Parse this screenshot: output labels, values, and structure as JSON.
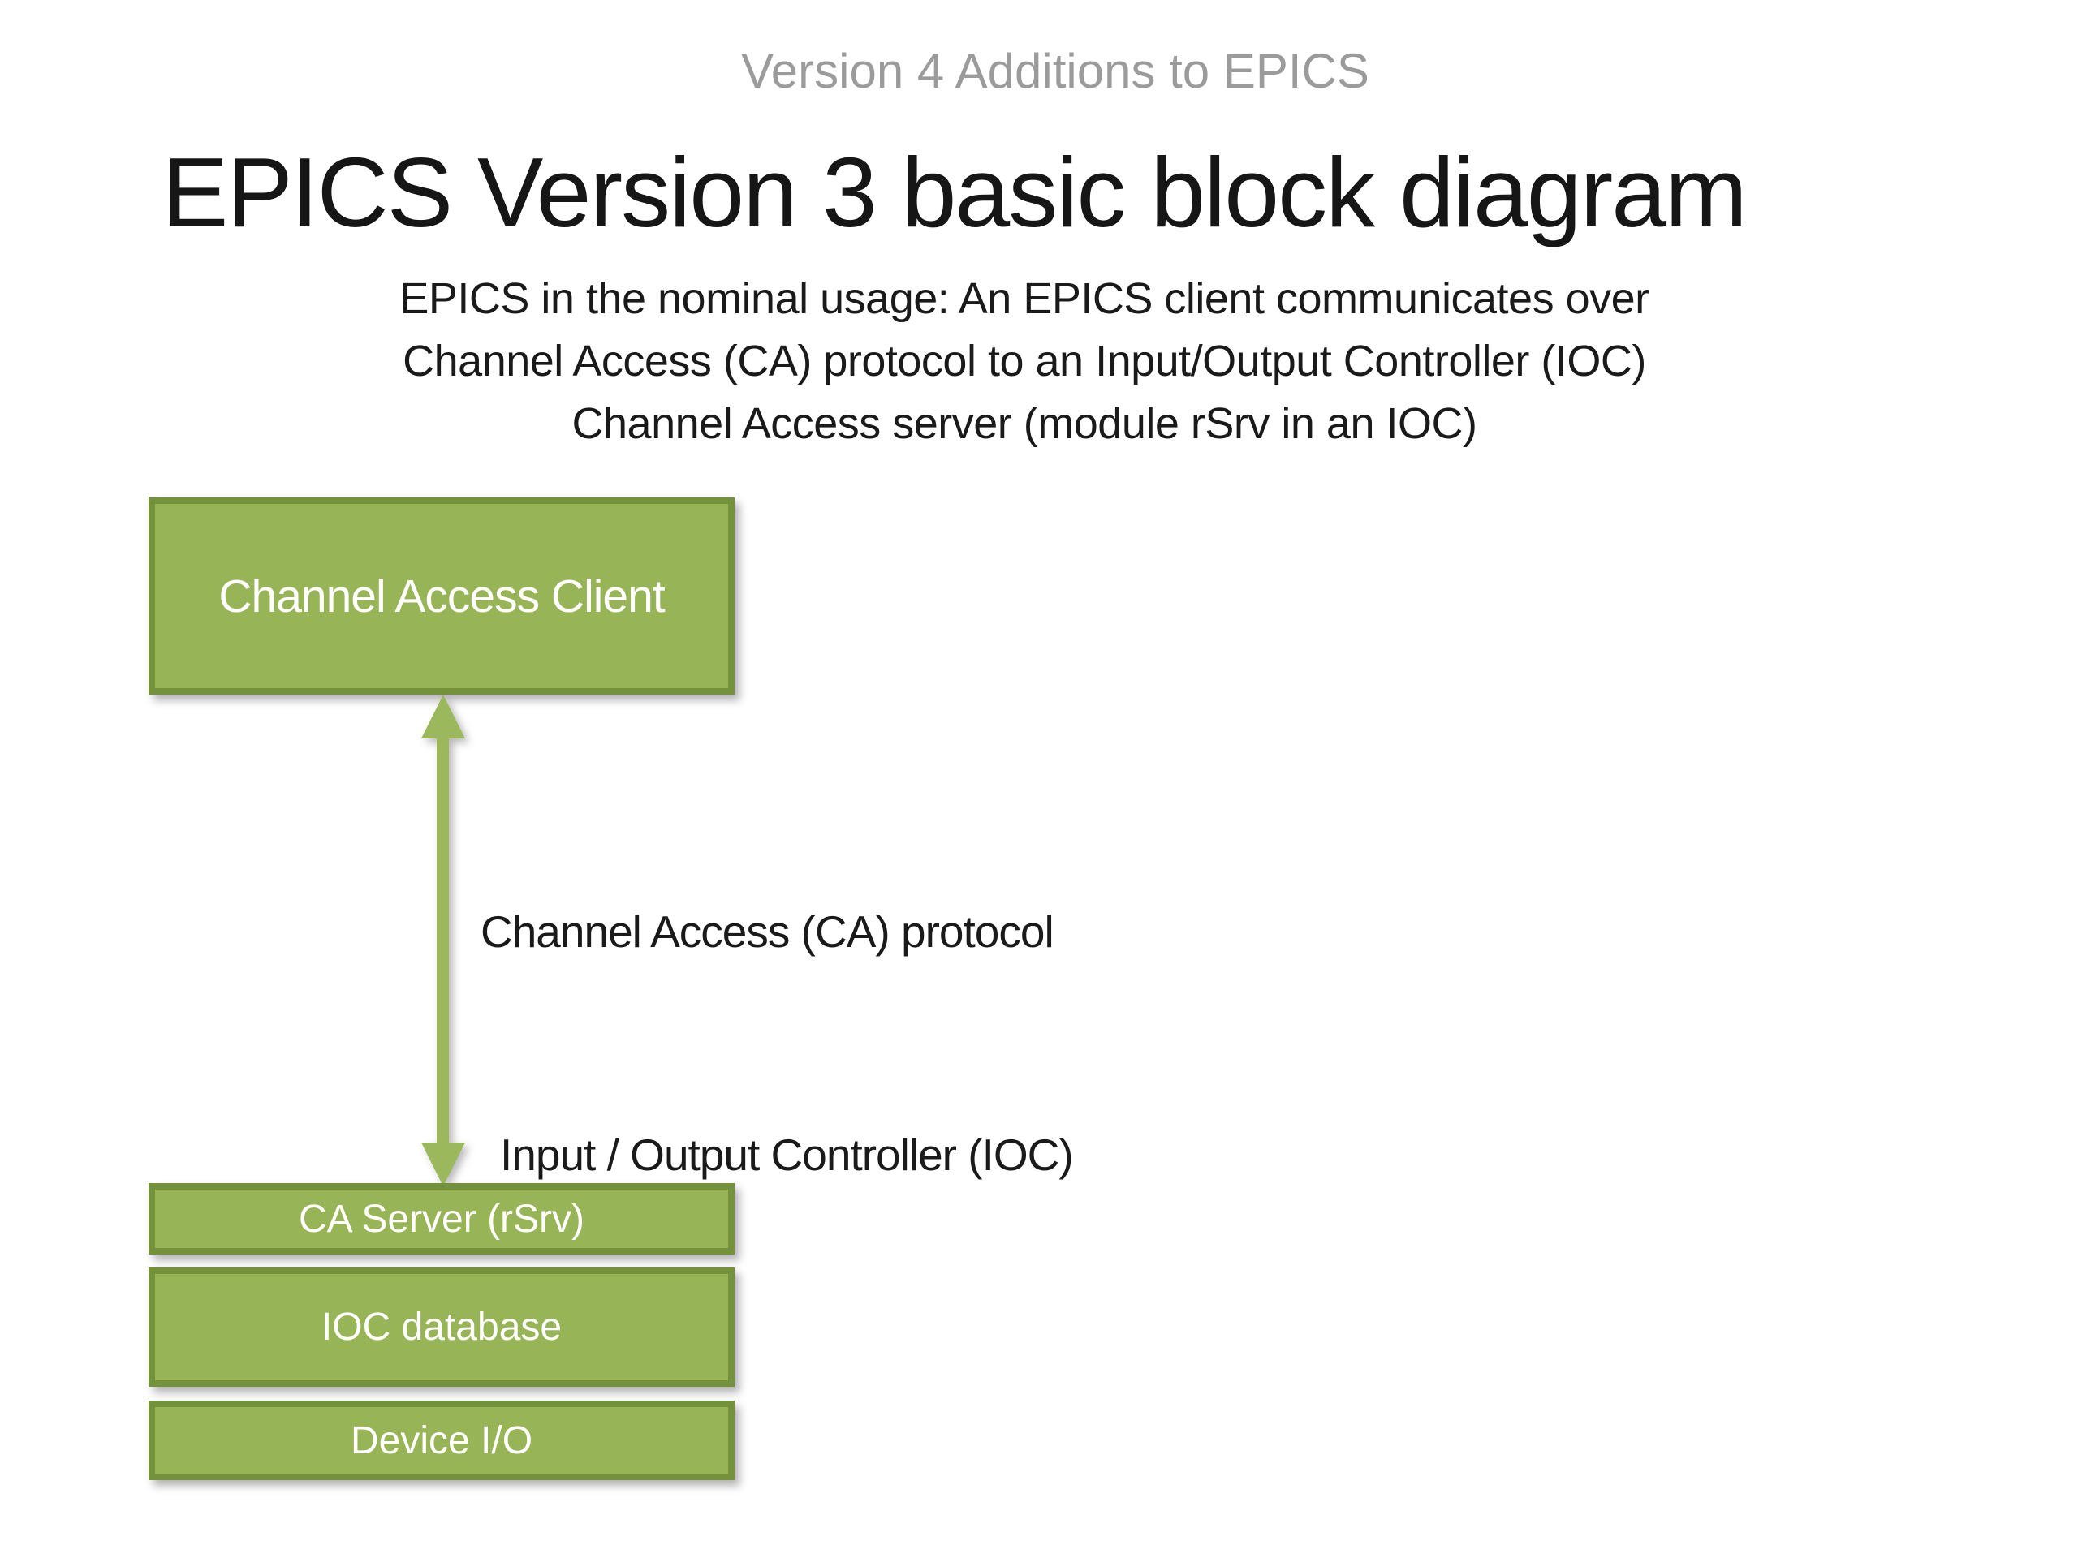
{
  "slide": {
    "header": "Version 4 Additions to EPICS",
    "title": "EPICS Version 3 basic block diagram",
    "subtitle": {
      "line1": "EPICS in the nominal usage: An EPICS client communicates over",
      "line2": "Channel Access (CA) protocol to an Input/Output Controller (IOC)",
      "line3": "Channel Access server (module rSrv in an IOC)"
    },
    "diagram": {
      "client_box_label": "Channel Access Client",
      "arrow_label": "Channel Access (CA) protocol",
      "ioc_section_label": "Input / Output Controller (IOC)",
      "ioc_boxes": [
        "CA Server (rSrv)",
        "IOC database",
        "Device I/O"
      ]
    },
    "colors": {
      "box_fill": "#97b457",
      "box_border": "#74913c",
      "arrow_green": "#9cb85c",
      "header_gray": "#9b9b9b",
      "title_black": "#161616",
      "box_text_white": "#ffffff"
    }
  }
}
